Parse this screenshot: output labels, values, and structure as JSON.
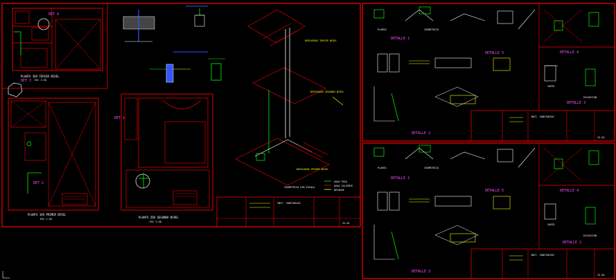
{
  "colors": {
    "background": "#000000",
    "frame": "#ff0000",
    "annotation": "#ffffff",
    "fixture": "#00ff00",
    "detail_label": "#ff55ff",
    "note": "#ffff00",
    "pipe": "#ff2020",
    "accent_blue": "#3355ff"
  },
  "sheet_left": {
    "plans": [
      {
        "title": "PLANTA 3ER TERCER NIVEL",
        "scale": "ESC 1:50"
      },
      {
        "title": "PLANTA 1ER PRIMER NIVEL",
        "scale": "ESC 1:50"
      },
      {
        "title": "PLANTA 2DO SEGUNDO NIVEL",
        "scale": "ESC 1:50"
      }
    ],
    "detail_markers": [
      "DET 4",
      "DET 3",
      "DET 2",
      "DET 1"
    ],
    "isometric_labels": [
      "DERIVADOS TERCER NIVEL",
      "DERIVADOS SEGUNDO NIVEL",
      "DERIVADOS PRIMER NIVEL",
      "ISOMETRICO SIN ESCALA"
    ],
    "legend_items": [
      "AGUA FRIA",
      "AGUA CALIENTE",
      "DESAGUE"
    ],
    "title_block": {
      "project": "INST. SANITARIAS",
      "sheet": "IS-01"
    }
  },
  "sheet_right_top": {
    "details": [
      "DETALLE 1",
      "DETALLE 5",
      "DETALLE 4",
      "DETALLE 3",
      "DETALLE 2"
    ],
    "small_labels": [
      "PLANTA",
      "ISOMETRICO",
      "CORTE",
      "ELEVACION"
    ],
    "title_block": {
      "project": "INST. SANITARIAS",
      "sheet": "IS-02"
    }
  },
  "sheet_right_bottom": {
    "details": [
      "DETALLE 1",
      "DETALLE 5",
      "DETALLE 4",
      "DETALLE 2",
      "DETALLE 3"
    ],
    "small_labels": [
      "PLANTA",
      "ISOMETRICO",
      "CORTE",
      "ELEVACION"
    ],
    "title_block": {
      "project": "INST. SANITARIAS",
      "sheet": "IS-03"
    }
  }
}
